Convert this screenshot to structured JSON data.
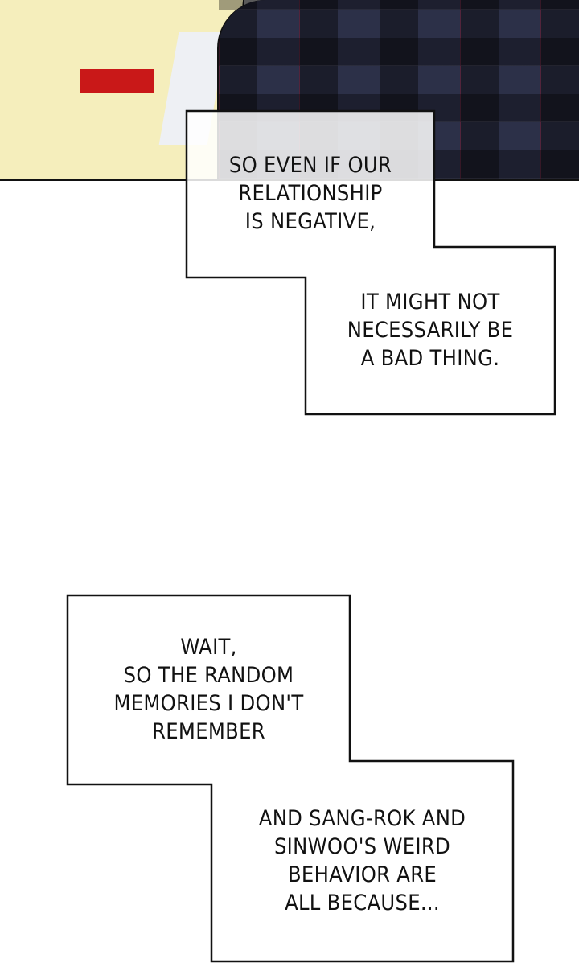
{
  "panel": {
    "tag_color": "#c91818"
  },
  "captions": [
    {
      "lines": [
        "SO EVEN IF OUR",
        "RELATIONSHIP",
        "IS NEGATIVE,"
      ]
    },
    {
      "lines": [
        "IT MIGHT NOT",
        "NECESSARILY BE",
        "A BAD THING."
      ]
    },
    {
      "lines": [
        "WAIT,",
        "SO THE RANDOM",
        "MEMORIES I DON'T",
        "REMEMBER"
      ]
    },
    {
      "lines": [
        "AND SANG-ROK AND",
        "SINWOO'S WEIRD",
        "BEHAVIOR ARE",
        "ALL BECAUSE..."
      ]
    }
  ]
}
